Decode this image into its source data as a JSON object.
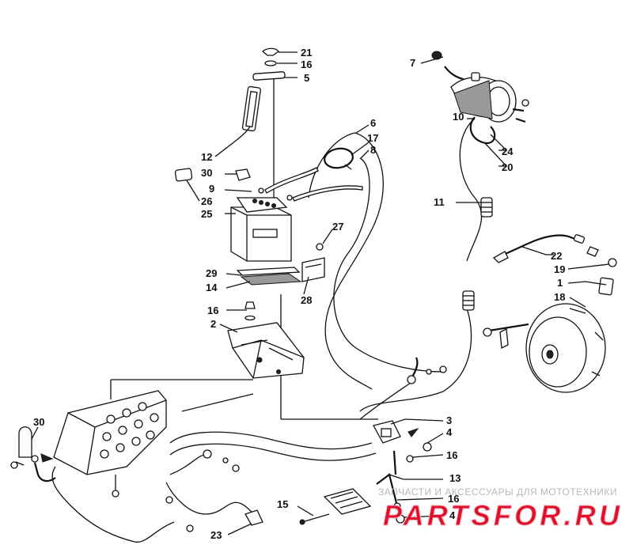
{
  "diagram": {
    "callouts": [
      {
        "id": "21",
        "text": "21"
      },
      {
        "id": "16a",
        "text": "16"
      },
      {
        "id": "5",
        "text": "5"
      },
      {
        "id": "7",
        "text": "7"
      },
      {
        "id": "6",
        "text": "6"
      },
      {
        "id": "17",
        "text": "17"
      },
      {
        "id": "8",
        "text": "8"
      },
      {
        "id": "10",
        "text": "10"
      },
      {
        "id": "24",
        "text": "24"
      },
      {
        "id": "20",
        "text": "20"
      },
      {
        "id": "12",
        "text": "12"
      },
      {
        "id": "30a",
        "text": "30"
      },
      {
        "id": "9",
        "text": "9"
      },
      {
        "id": "26",
        "text": "26"
      },
      {
        "id": "25",
        "text": "25"
      },
      {
        "id": "11",
        "text": "11"
      },
      {
        "id": "27",
        "text": "27"
      },
      {
        "id": "22",
        "text": "22"
      },
      {
        "id": "19",
        "text": "19"
      },
      {
        "id": "1",
        "text": "1"
      },
      {
        "id": "29",
        "text": "29"
      },
      {
        "id": "14",
        "text": "14"
      },
      {
        "id": "28",
        "text": "28"
      },
      {
        "id": "18",
        "text": "18"
      },
      {
        "id": "16b",
        "text": "16"
      },
      {
        "id": "2",
        "text": "2"
      },
      {
        "id": "3",
        "text": "3"
      },
      {
        "id": "30b",
        "text": "30"
      },
      {
        "id": "4a",
        "text": "4"
      },
      {
        "id": "16c",
        "text": "16"
      },
      {
        "id": "13",
        "text": "13"
      },
      {
        "id": "16d",
        "text": "16"
      },
      {
        "id": "15",
        "text": "15"
      },
      {
        "id": "4b",
        "text": "4"
      },
      {
        "id": "23",
        "text": "23"
      }
    ]
  },
  "watermark": {
    "tagline": "ЗАПЧАСТИ И АКСЕССУАРЫ ДЛЯ МОТОТЕХНИКИ",
    "brand": "PARTSFOR.RU",
    "brand_color": "#e0102a",
    "brand_outline": "#f3b7c0"
  }
}
